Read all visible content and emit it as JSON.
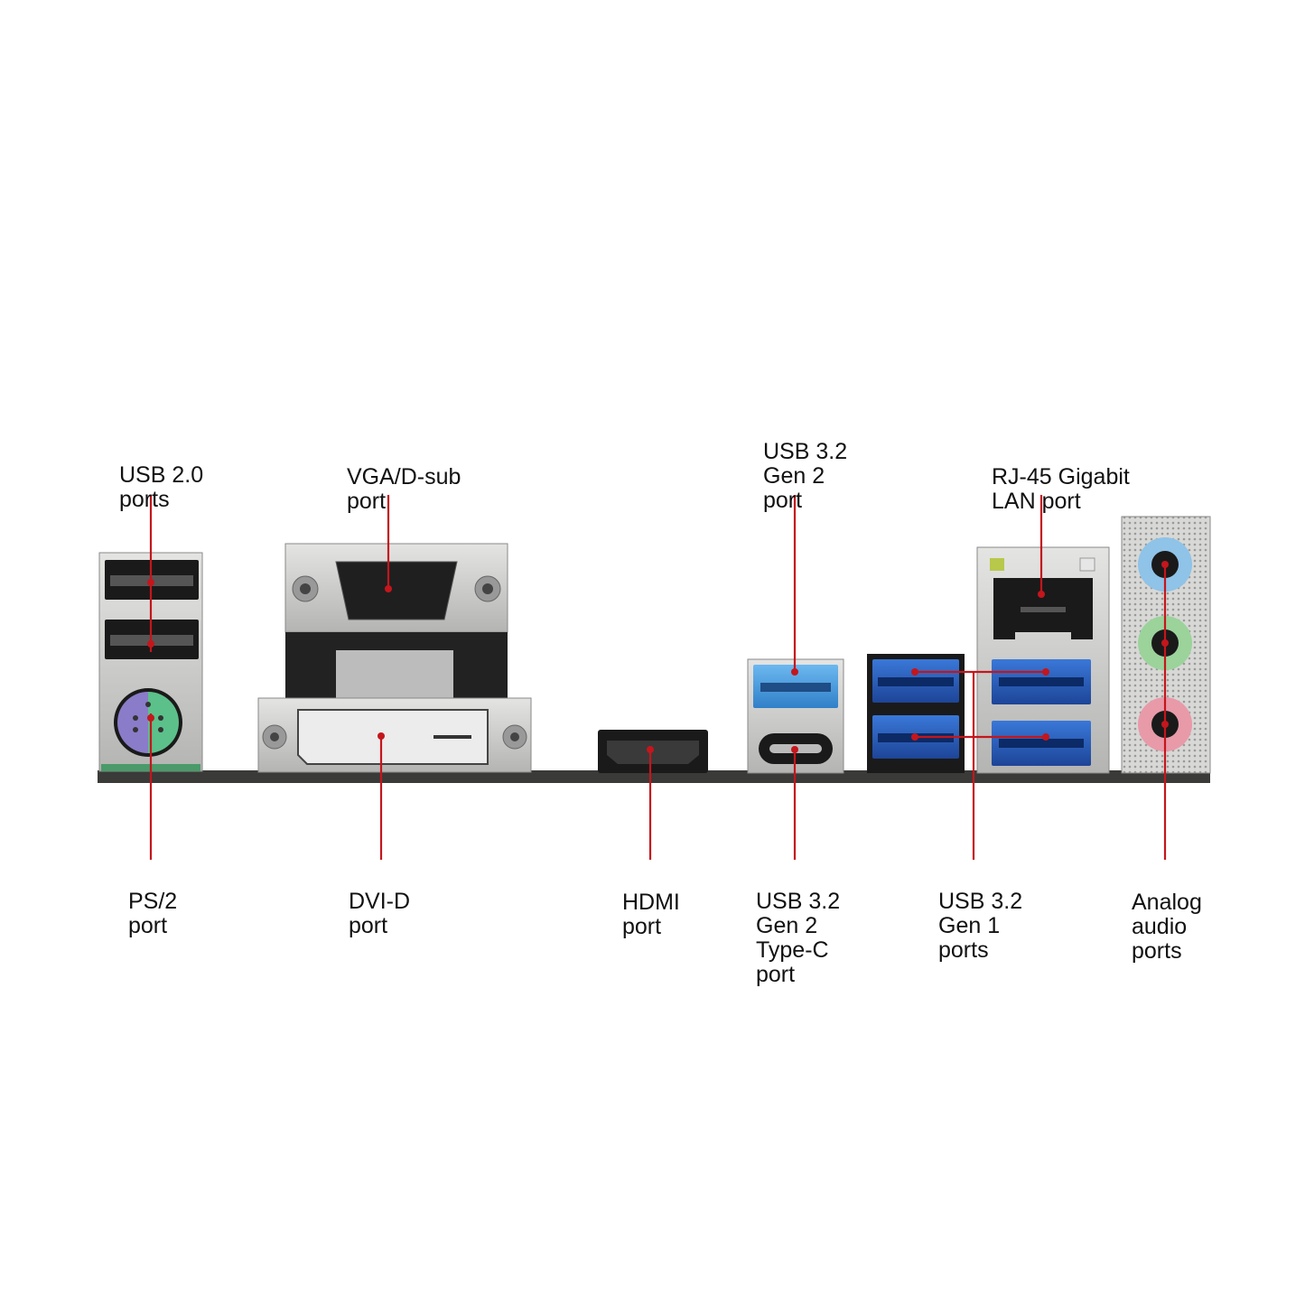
{
  "colors": {
    "leader_line": "#c4161c",
    "board": "#3a3a38",
    "metal": "#c9c9c7",
    "usb3_blue": "#2a5db8",
    "usb3_gen2_blue": "#4a9fe0",
    "ps2_purple": "#8a7cc8",
    "ps2_green": "#5cc08a",
    "audio_blue": "#8fc3e8",
    "audio_green": "#9bd39b",
    "audio_pink": "#e89aa8"
  },
  "labels": {
    "usb20": [
      "USB 2.0",
      "ports"
    ],
    "vga": [
      "VGA/D-sub",
      "port"
    ],
    "usb32g2": [
      "USB 3.2",
      "Gen 2",
      "port"
    ],
    "rj45": [
      "RJ-45 Gigabit",
      "LAN port"
    ],
    "ps2": [
      "PS/2",
      "port"
    ],
    "dvi": [
      "DVI-D",
      "port"
    ],
    "hdmi": [
      "HDMI",
      "port"
    ],
    "usbc": [
      "USB 3.2",
      "Gen 2",
      "Type-C",
      "port"
    ],
    "usb32g1": [
      "USB 3.2",
      "Gen 1",
      "ports"
    ],
    "audio": [
      "Analog",
      "audio",
      "ports"
    ]
  },
  "icons": [
    "usb-a-port-icon",
    "ps2-port-icon",
    "vga-port-icon",
    "dvi-port-icon",
    "hdmi-port-icon",
    "usb-c-port-icon",
    "rj45-port-icon",
    "audio-jack-icon"
  ]
}
